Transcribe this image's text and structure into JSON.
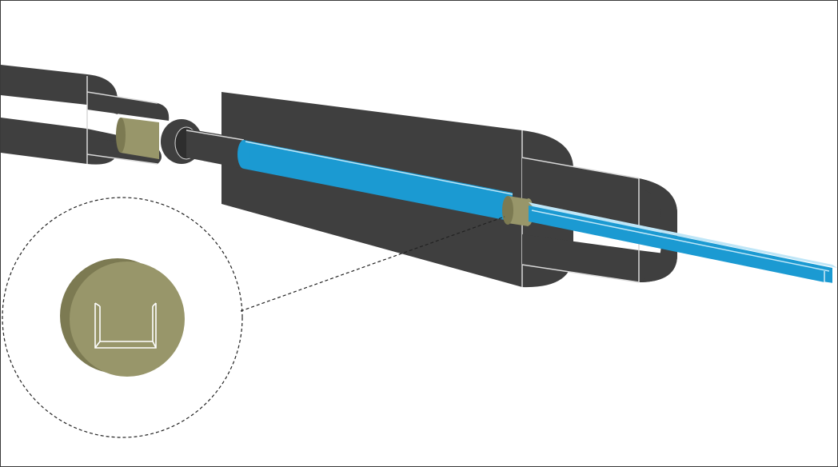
{
  "diagram": {
    "colors": {
      "background": "#ffffff",
      "frame": "#3a3a3a",
      "housing": "#3f3f3f",
      "edge_highlight": "#d8d8d8",
      "fiber": "#1b9ad2",
      "fiber_light": "#bfe6f7",
      "sleeve": "#98966a",
      "sleeve_dark": "#7c7a52",
      "callout_outline": "#222222"
    },
    "parts": [
      {
        "name": "left-holder",
        "icon": "fork-bracket-icon"
      },
      {
        "name": "ferrule-collar",
        "icon": "cylinder-sleeve-icon"
      },
      {
        "name": "main-housing",
        "icon": "block-housing-icon"
      },
      {
        "name": "optical-fiber",
        "icon": "cable-core-icon"
      },
      {
        "name": "inner-sleeve",
        "icon": "cylinder-sleeve-icon"
      },
      {
        "name": "channel-end",
        "icon": "u-channel-icon"
      }
    ],
    "callout": {
      "style": "dashed-circle",
      "detail_icon": "u-channel-cross-section-icon"
    }
  }
}
